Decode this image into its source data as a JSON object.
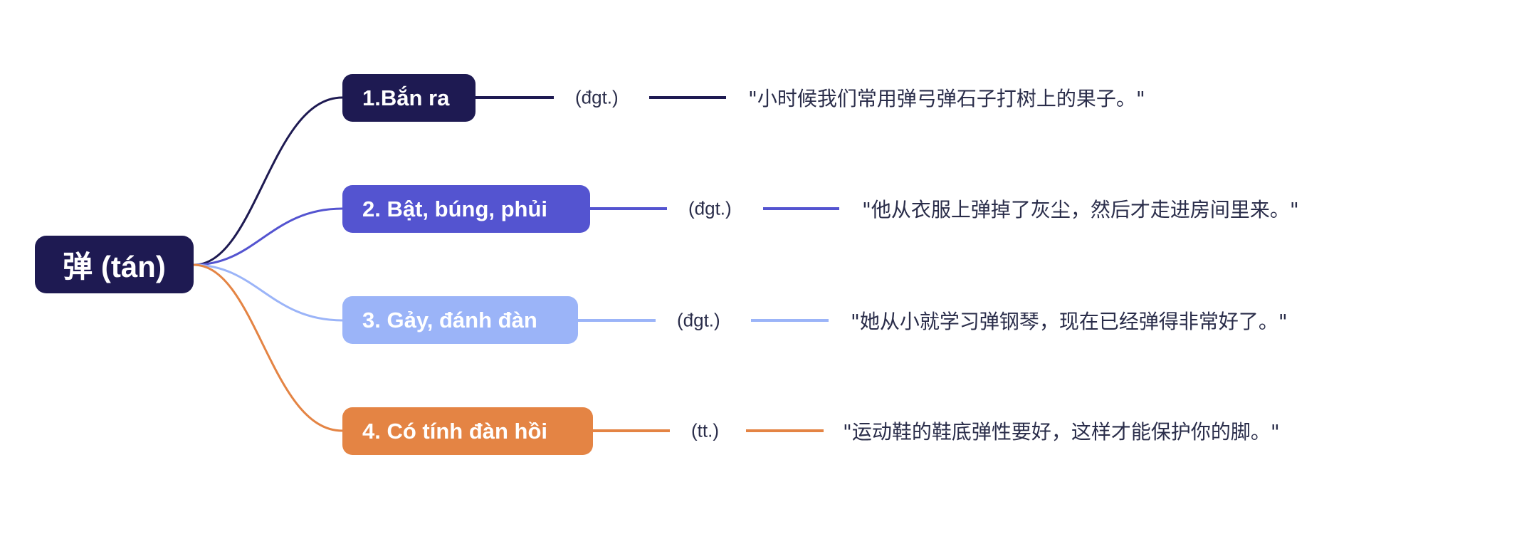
{
  "root": {
    "label": "弹 (tán)"
  },
  "branches": [
    {
      "label": "1.Bắn ra",
      "pos": "(đgt.)",
      "example": "\"小时候我们常用弹弓弹石子打树上的果子。\"",
      "color": "#1e1a52"
    },
    {
      "label": "2. Bật, búng, phủi",
      "pos": "(đgt.)",
      "example": "\"他从衣服上弹掉了灰尘，然后才走进房间里来。\"",
      "color": "#5454d0"
    },
    {
      "label": "3. Gảy, đánh đàn",
      "pos": "(đgt.)",
      "example": "\"她从小就学习弹钢琴，现在已经弹得非常好了。\"",
      "color": "#9bb4f8"
    },
    {
      "label": "4. Có tính đàn hồi",
      "pos": "(tt.)",
      "example": "\"运动鞋的鞋底弹性要好，这样才能保护你的脚。\"",
      "color": "#e48444"
    }
  ]
}
